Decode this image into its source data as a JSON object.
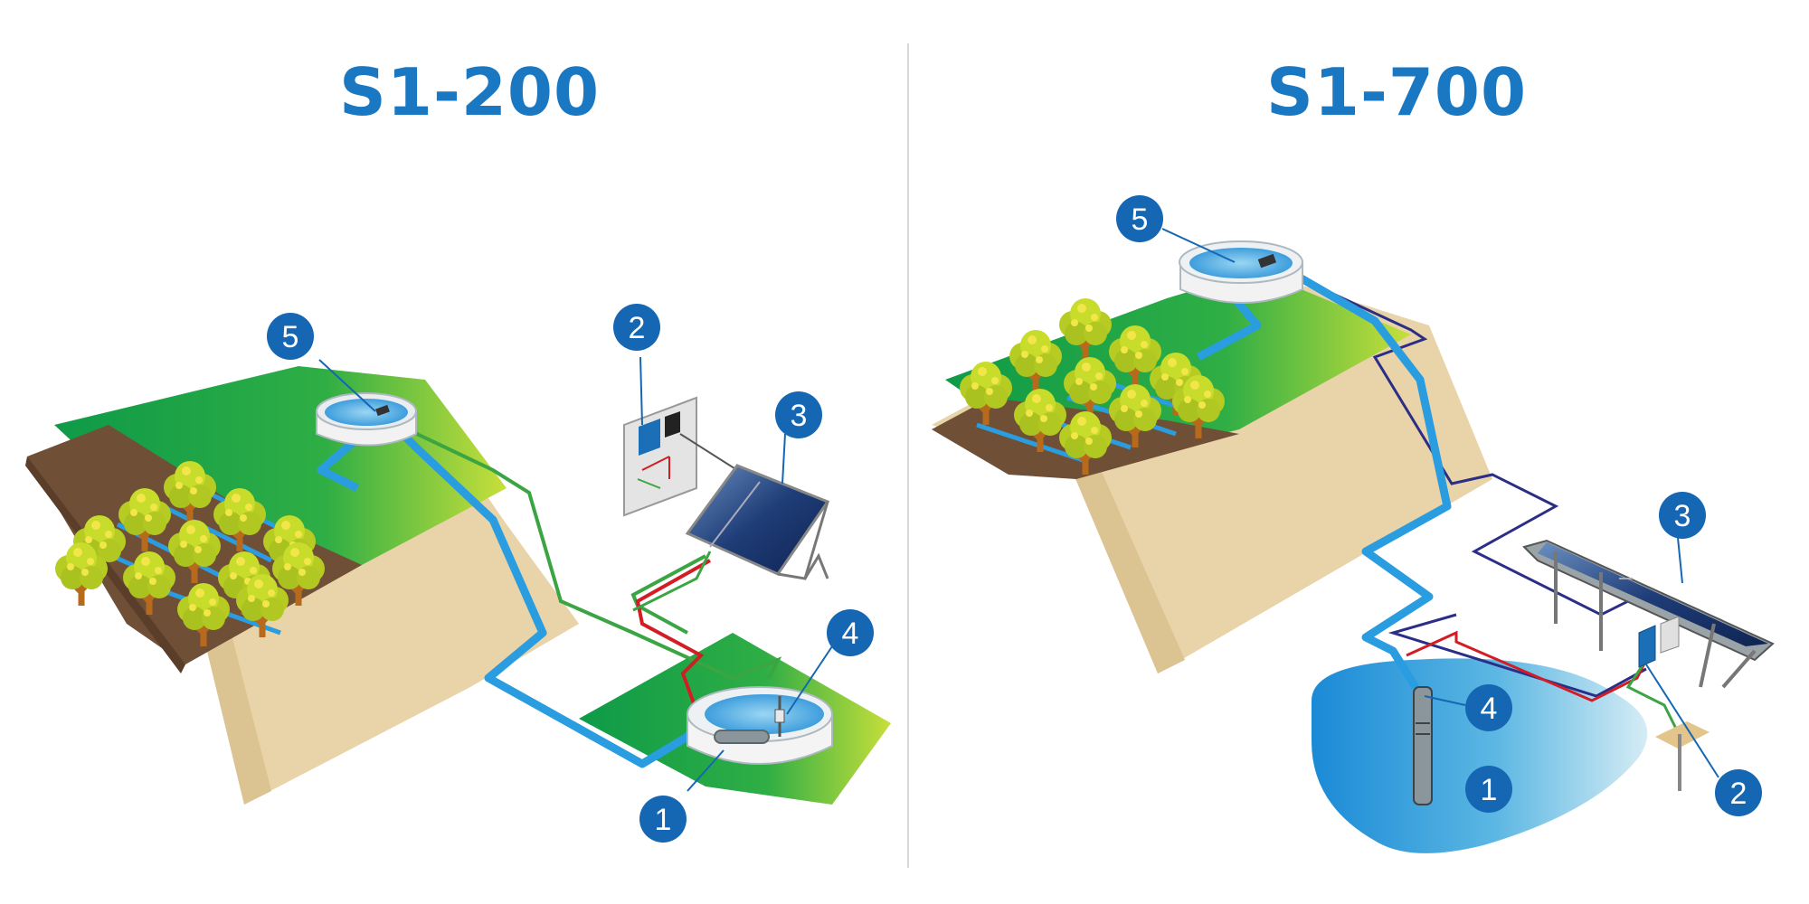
{
  "left_panel": {
    "title": "S1-200",
    "callouts": [
      "1",
      "2",
      "3",
      "4",
      "5"
    ]
  },
  "right_panel": {
    "title": "S1-700",
    "callouts": [
      "1",
      "2",
      "3",
      "4",
      "5"
    ]
  },
  "colors": {
    "title_blue": "#1a78c2",
    "badge_blue": "#1567b3",
    "water_pipe": "#2a9de0",
    "dc_cable_red": "#d21d24",
    "ground_cable_green": "#3aa542",
    "signal_cable_navy": "#2b2e86",
    "sand": "#e8d2a6",
    "grass": "#3bb34a",
    "soil": "#6b4a32",
    "tree_canopy": "#c5d92a"
  },
  "icons": [
    "tree-icon",
    "tank-icon",
    "solar-panel-icon",
    "controller-icon",
    "pump-icon",
    "float-switch-icon",
    "ground-rod-icon"
  ]
}
